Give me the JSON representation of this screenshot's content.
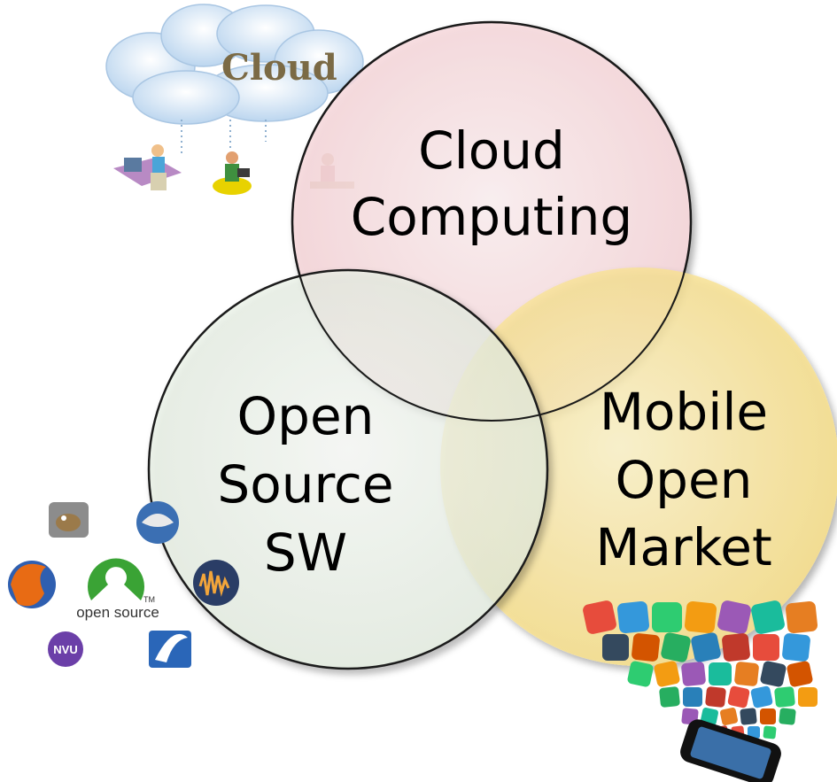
{
  "cloud_illustration": {
    "title": "Cloud"
  },
  "circles": {
    "cloud_computing": {
      "lines": [
        "Cloud",
        "Computing"
      ],
      "fill": "#f9dde0"
    },
    "open_source_sw": {
      "lines": [
        "Open",
        "Source",
        "SW"
      ],
      "fill": "#f1f7ef"
    },
    "mobile_open_market": {
      "lines": [
        "Mobile",
        "Open",
        "Market"
      ],
      "fill": "#fbeaa2"
    }
  },
  "open_source_logo": {
    "text": "open source",
    "tm": "TM"
  },
  "nvu_icon": {
    "text": "NVU"
  },
  "colors": {
    "circle_outline": "#1a1a1a",
    "cloud_blue": "#c9dff3",
    "cloud_title": "#7b6a45",
    "open_source_green": "#2a8a2a"
  },
  "icons": [
    "cloud-illustration",
    "person-at-desk-icon",
    "person-at-laptop-icon",
    "gimp-icon",
    "thunderbird-icon",
    "firefox-icon",
    "open-source-initiative-logo",
    "audacity-icon",
    "nvu-icon",
    "openoffice-icon",
    "app-icons-cluster",
    "smartphone-icon"
  ]
}
